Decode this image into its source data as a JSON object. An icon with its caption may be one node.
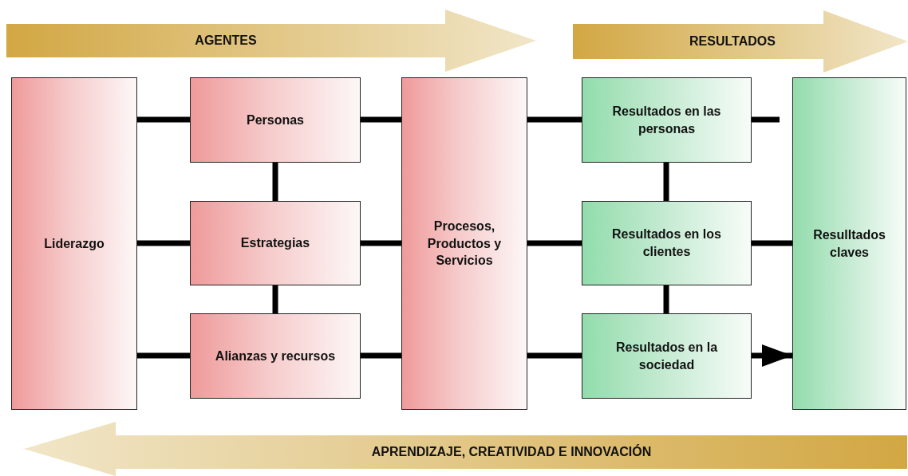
{
  "diagram": {
    "nodes": [
      {
        "text": [
          "AGENTES"
        ]
      },
      {
        "text": [
          "RESULTADOS"
        ]
      },
      {
        "text": [
          "Liderazgo"
        ]
      },
      {
        "text": [
          "Personas"
        ]
      },
      {
        "text": [
          "Estrategias"
        ]
      },
      {
        "text": [
          "Alianzas y recursos"
        ]
      },
      {
        "text": [
          "Procesos, Productos y Servicios"
        ]
      },
      {
        "text": [
          "Resultados en las personas"
        ]
      },
      {
        "text": [
          "Resultados en los clientes"
        ]
      },
      {
        "text": [
          "Resultados en la sociedad"
        ]
      },
      {
        "text": [
          "Resulltados claves"
        ]
      },
      {
        "text": [
          "APRENDIZAJE, CREATIVIDAD E INNOVACIÓN"
        ]
      }
    ],
    "edges": [
      {
        "from": 2,
        "to": 3,
        "arrow": "none"
      },
      {
        "from": 2,
        "to": 4,
        "arrow": "none"
      },
      {
        "from": 2,
        "to": 5,
        "arrow": "none"
      },
      {
        "from": 3,
        "to": 4,
        "arrow": "none"
      },
      {
        "from": 4,
        "to": 5,
        "arrow": "none"
      },
      {
        "from": 3,
        "to": 6,
        "arrow": "none"
      },
      {
        "from": 4,
        "to": 6,
        "arrow": "none"
      },
      {
        "from": 5,
        "to": 6,
        "arrow": "none"
      },
      {
        "from": 6,
        "to": 7,
        "arrow": "none"
      },
      {
        "from": 6,
        "to": 8,
        "arrow": "none"
      },
      {
        "from": 6,
        "to": 9,
        "arrow": "none"
      },
      {
        "from": 7,
        "to": 8,
        "arrow": "none"
      },
      {
        "from": 8,
        "to": 9,
        "arrow": "none"
      },
      {
        "from": 7,
        "to": null,
        "arrow": "none"
      },
      {
        "from": 8,
        "to": 10,
        "arrow": "none"
      },
      {
        "from": 9,
        "to": 10,
        "arrow": "to"
      }
    ]
  }
}
